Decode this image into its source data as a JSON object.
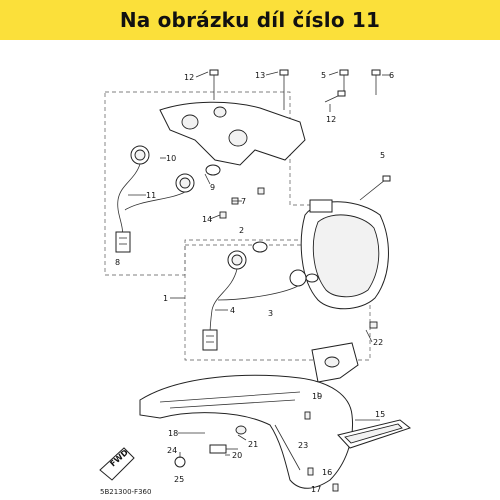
{
  "banner": {
    "text": "Na obrázku díl číslo 11",
    "color": "#fbe03a"
  },
  "diagram": {
    "callouts": [
      "1",
      "2",
      "3",
      "4",
      "5",
      "6",
      "7",
      "8",
      "9",
      "10",
      "11",
      "12",
      "13",
      "14",
      "15",
      "16",
      "17",
      "18",
      "19",
      "20",
      "21",
      "22",
      "23",
      "24",
      "25"
    ],
    "code": "5B21300-F360",
    "fwd_label": "FWD"
  }
}
